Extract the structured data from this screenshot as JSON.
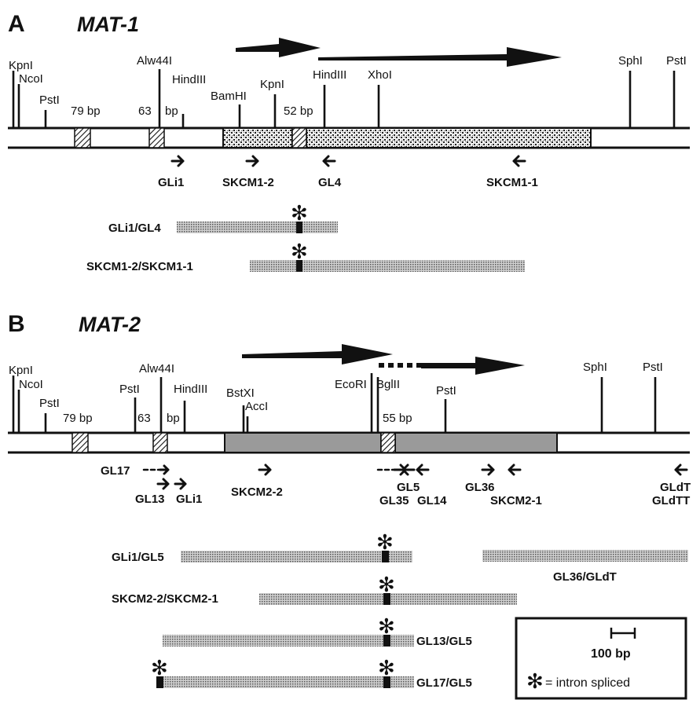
{
  "panelA": {
    "letter": "A",
    "gene": "MAT-1",
    "sites": [
      "KpnI",
      "NcoI",
      "PstI",
      "Alw44I",
      "HindIII",
      "BamHI",
      "KpnI",
      "HindIII",
      "XhoI",
      "SphI",
      "PstI"
    ],
    "introns": [
      "79 bp",
      "63",
      "bp",
      "52 bp"
    ],
    "primers": [
      "GLi1",
      "SKCM1-2",
      "GL4",
      "SKCM1-1"
    ],
    "products": [
      "GLi1/GL4",
      "SKCM1-2/SKCM1-1"
    ]
  },
  "panelB": {
    "letter": "B",
    "gene": "MAT-2",
    "sites": [
      "KpnI",
      "NcoI",
      "PstI",
      "PstI",
      "Alw44I",
      "HindIII",
      "BstXI",
      "AccI",
      "EcoRI",
      "BglII",
      "PstI",
      "SphI",
      "PstI"
    ],
    "introns": [
      "79 bp",
      "63",
      "bp",
      "55 bp"
    ],
    "primers": [
      "GL17",
      "GL13",
      "GLi1",
      "SKCM2-2",
      "GL5",
      "GL35",
      "GL14",
      "GL36",
      "SKCM2-1",
      "GLdT",
      "GLdTT"
    ],
    "products": [
      "GLi1/GL5",
      "GL36/GLdT",
      "SKCM2-2/SKCM2-1",
      "GL13/GL5",
      "GL17/GL5"
    ]
  },
  "legend": {
    "scale": "100 bp",
    "intron_text": "= intron spliced",
    "star_glyph": "✻"
  }
}
